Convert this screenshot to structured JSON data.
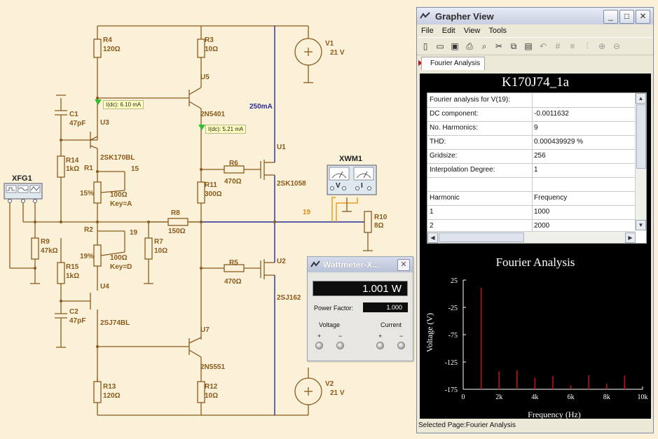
{
  "schematic": {
    "components": {
      "r4": {
        "ref": "R4",
        "value": "120Ω"
      },
      "r3": {
        "ref": "R3",
        "value": "10Ω"
      },
      "u5": {
        "ref": "U5",
        "part": "2N5401"
      },
      "c1": {
        "ref": "C1",
        "value": "47pF"
      },
      "u3": {
        "ref": "U3",
        "part": "2SK170BL"
      },
      "r14": {
        "ref": "R14",
        "value": "1kΩ"
      },
      "r1": {
        "ref": "R1",
        "value": "100Ω",
        "pct": "15%",
        "key": "Key=A",
        "node": "15"
      },
      "r6": {
        "ref": "R6",
        "value": "470Ω"
      },
      "u1": {
        "ref": "U1",
        "part": "2SK1058"
      },
      "r11": {
        "ref": "R11",
        "value": "300Ω"
      },
      "xfg1": {
        "ref": "XFG1"
      },
      "xwm1": {
        "ref": "XWM1",
        "v_label": "V",
        "i_label": "I"
      },
      "r9": {
        "ref": "R9",
        "value": "47kΩ"
      },
      "r8": {
        "ref": "R8",
        "value": "150Ω"
      },
      "r2": {
        "ref": "R2",
        "value": "100Ω",
        "pct": "19%",
        "key": "Key=D",
        "node": "19"
      },
      "r7": {
        "ref": "R7",
        "value": "10Ω"
      },
      "r10": {
        "ref": "R10",
        "value": "8Ω"
      },
      "r15": {
        "ref": "R15",
        "value": "1kΩ"
      },
      "u4": {
        "ref": "U4",
        "part": "2SJ74BL"
      },
      "r5": {
        "ref": "R5",
        "value": "470Ω"
      },
      "u2": {
        "ref": "U2",
        "part": "2SJ162"
      },
      "c2": {
        "ref": "C2",
        "value": "47pF"
      },
      "u7": {
        "ref": "U7",
        "part": "2N5551"
      },
      "r13": {
        "ref": "R13",
        "value": "120Ω"
      },
      "r12": {
        "ref": "R12",
        "value": "10Ω"
      },
      "v1": {
        "ref": "V1",
        "value": "21 V"
      },
      "v2": {
        "ref": "V2",
        "value": "21 V"
      }
    },
    "node_19_label": "19",
    "current_label": "250mA",
    "probes": {
      "probe1": "I(dc): 6.10 mA",
      "probe2": "I(dc): 5.21 mA"
    },
    "colors": {
      "wire": "#8a5a1c",
      "net_highlight": "#2a2a9a",
      "probe_wire": "#e8a020",
      "node_label": "#e08a10"
    }
  },
  "wattmeter": {
    "title": "Wattmeter-X...",
    "reading": "1.001 W",
    "power_factor_label": "Power Factor:",
    "power_factor_value": "1.000",
    "voltage_label": "Voltage",
    "current_label": "Current",
    "plus": "+",
    "minus": "−"
  },
  "grapher": {
    "title": "Grapher View",
    "menu": [
      "File",
      "Edit",
      "View",
      "Tools"
    ],
    "tab_label": "Fourier Analysis",
    "page_title": "K170J74_1a",
    "table": {
      "rows": [
        [
          "Fourier analysis for V(19):",
          ""
        ],
        [
          "DC component:",
          "-0.0011632"
        ],
        [
          "No. Harmonics:",
          "9"
        ],
        [
          "THD:",
          "0.000439929 %"
        ],
        [
          "Gridsize:",
          "256"
        ],
        [
          "Interpolation Degree:",
          "1"
        ],
        [
          "",
          ""
        ],
        [
          "Harmonic",
          "Frequency"
        ],
        [
          "1",
          "1000"
        ],
        [
          "2",
          "2000"
        ]
      ]
    },
    "status": "Selected Page:Fourier Analysis"
  },
  "chart_data": {
    "type": "bar",
    "title": "Fourier Analysis",
    "xlabel": "Frequency (Hz)",
    "ylabel": "Voltage (V)",
    "x_ticks": [
      "0",
      "2k",
      "4k",
      "6k",
      "8k",
      "10k"
    ],
    "y_ticks": [
      "25",
      "-25",
      "-75",
      "-125",
      "-175"
    ],
    "xlim": [
      0,
      10000
    ],
    "ylim": [
      -175,
      25
    ],
    "bar_color": "#c81414",
    "x": [
      1000,
      2000,
      3000,
      4000,
      5000,
      6000,
      7000,
      8000,
      9000
    ],
    "values": [
      11,
      -142,
      -140,
      -154,
      -151,
      -168,
      -149,
      -165,
      -150
    ]
  }
}
